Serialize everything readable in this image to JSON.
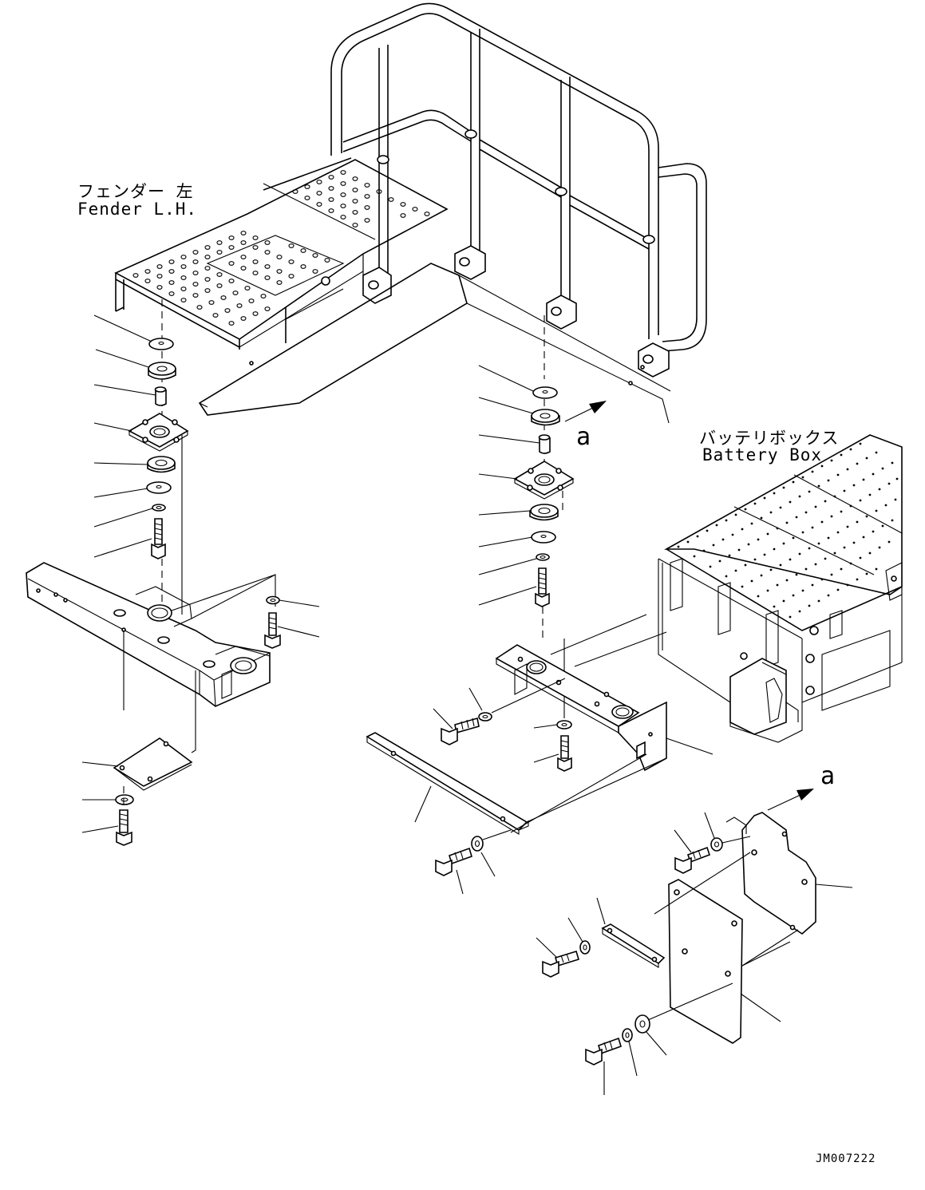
{
  "labels": {
    "fender_jp": "フェンダー 左",
    "fender_en": "Fender L.H.",
    "battery_jp": "バッテリボックス",
    "battery_en": "Battery Box",
    "view_ref_1": "a",
    "view_ref_2": "a",
    "drawing_code": "JM007222"
  }
}
